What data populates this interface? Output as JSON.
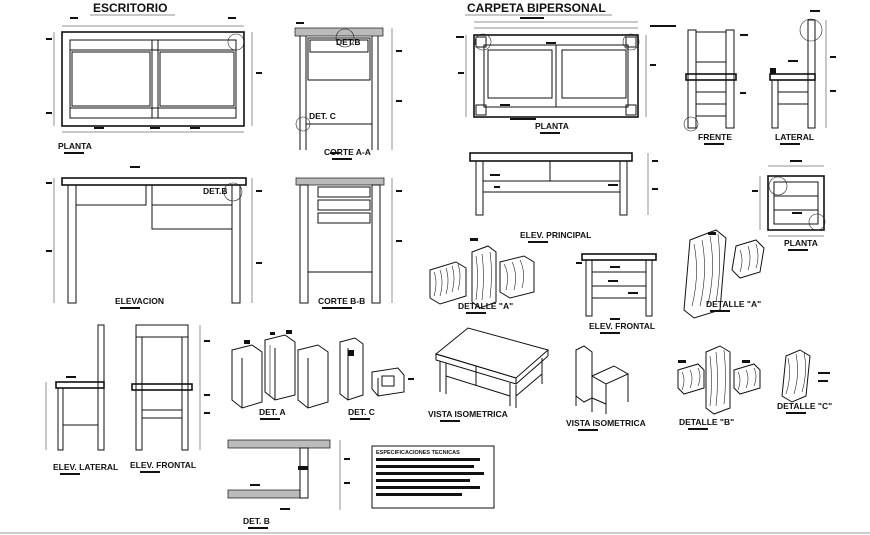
{
  "titles": {
    "desk": "ESCRITORIO",
    "school_desk": "CARPETA BIPERSONAL"
  },
  "labels": {
    "desk_plan": "PLANTA",
    "desk_section_aa": "CORTE A-A",
    "desk_elevation": "ELEVACION",
    "desk_section_bb": "CORTE B-B",
    "det_a": "DET. A",
    "det_b": "DET. B",
    "det_c": "DET. C",
    "det_b_callout": "DET.B",
    "det_b_callout2": "DET.B",
    "det_c_callout": "DET. C",
    "elev_lateral": "ELEV. LATERAL",
    "elev_frontal_chair": "ELEV. FRONTAL",
    "carpeta_plan": "PLANTA",
    "carpeta_elev_principal": "ELEV. PRINCIPAL",
    "detalle_a_left": "DETALLE \"A\"",
    "carpeta_elev_frontal": "ELEV. FRONTAL",
    "vista_iso_table": "VISTA ISOMETRICA",
    "vista_iso_chair": "VISTA ISOMETRICA",
    "chair_frente": "FRENTE",
    "chair_lateral": "LATERAL",
    "chair_plan": "PLANTA",
    "detalle_a_right": "DETALLE \"A\"",
    "detalle_b": "DETALLE \"B\"",
    "detalle_c": "DETALLE \"C\""
  },
  "specs": {
    "title": "ESPECIFICACIONES TECNICAS"
  }
}
